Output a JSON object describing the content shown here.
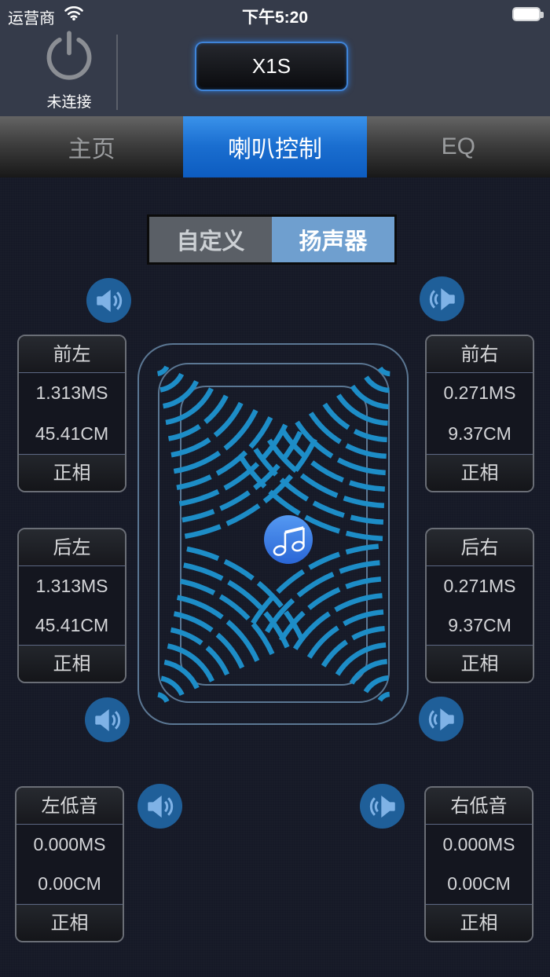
{
  "status_bar": {
    "carrier": "运营商",
    "time": "下午5:20"
  },
  "header": {
    "power_label": "未连接",
    "device_button": "X1S"
  },
  "tabs": [
    {
      "label": "主页",
      "active": false
    },
    {
      "label": "喇叭控制",
      "active": true
    },
    {
      "label": "EQ",
      "active": false
    }
  ],
  "segmented": {
    "options": [
      {
        "label": "自定义",
        "active": false
      },
      {
        "label": "扬声器",
        "active": true
      }
    ]
  },
  "speakers": [
    {
      "id": "front-left",
      "name": "前左",
      "delay_ms": "1.313MS",
      "distance_cm": "45.41CM",
      "phase": "正相"
    },
    {
      "id": "front-right",
      "name": "前右",
      "delay_ms": "0.271MS",
      "distance_cm": "9.37CM",
      "phase": "正相"
    },
    {
      "id": "rear-left",
      "name": "后左",
      "delay_ms": "1.313MS",
      "distance_cm": "45.41CM",
      "phase": "正相"
    },
    {
      "id": "rear-right",
      "name": "后右",
      "delay_ms": "0.271MS",
      "distance_cm": "9.37CM",
      "phase": "正相"
    },
    {
      "id": "sub-left",
      "name": "左低音",
      "delay_ms": "0.000MS",
      "distance_cm": "0.00CM",
      "phase": "正相"
    },
    {
      "id": "sub-right",
      "name": "右低音",
      "delay_ms": "0.000MS",
      "distance_cm": "0.00CM",
      "phase": "正相"
    }
  ],
  "colors": {
    "header_background": "#353b4a",
    "page_background": "#161927",
    "active_tab_blue": "#1a6ed0",
    "segment_blue": "#6f9fcf",
    "wave_blue": "#1d8dc7",
    "outline_blue_gray": "#5b7793",
    "volume_circle_blue": "#1f5f99",
    "volume_glyph_blue": "#7fb2e6",
    "music_circle_blue": "#3b7de4",
    "panel_border_gray": "#6a6e76"
  }
}
